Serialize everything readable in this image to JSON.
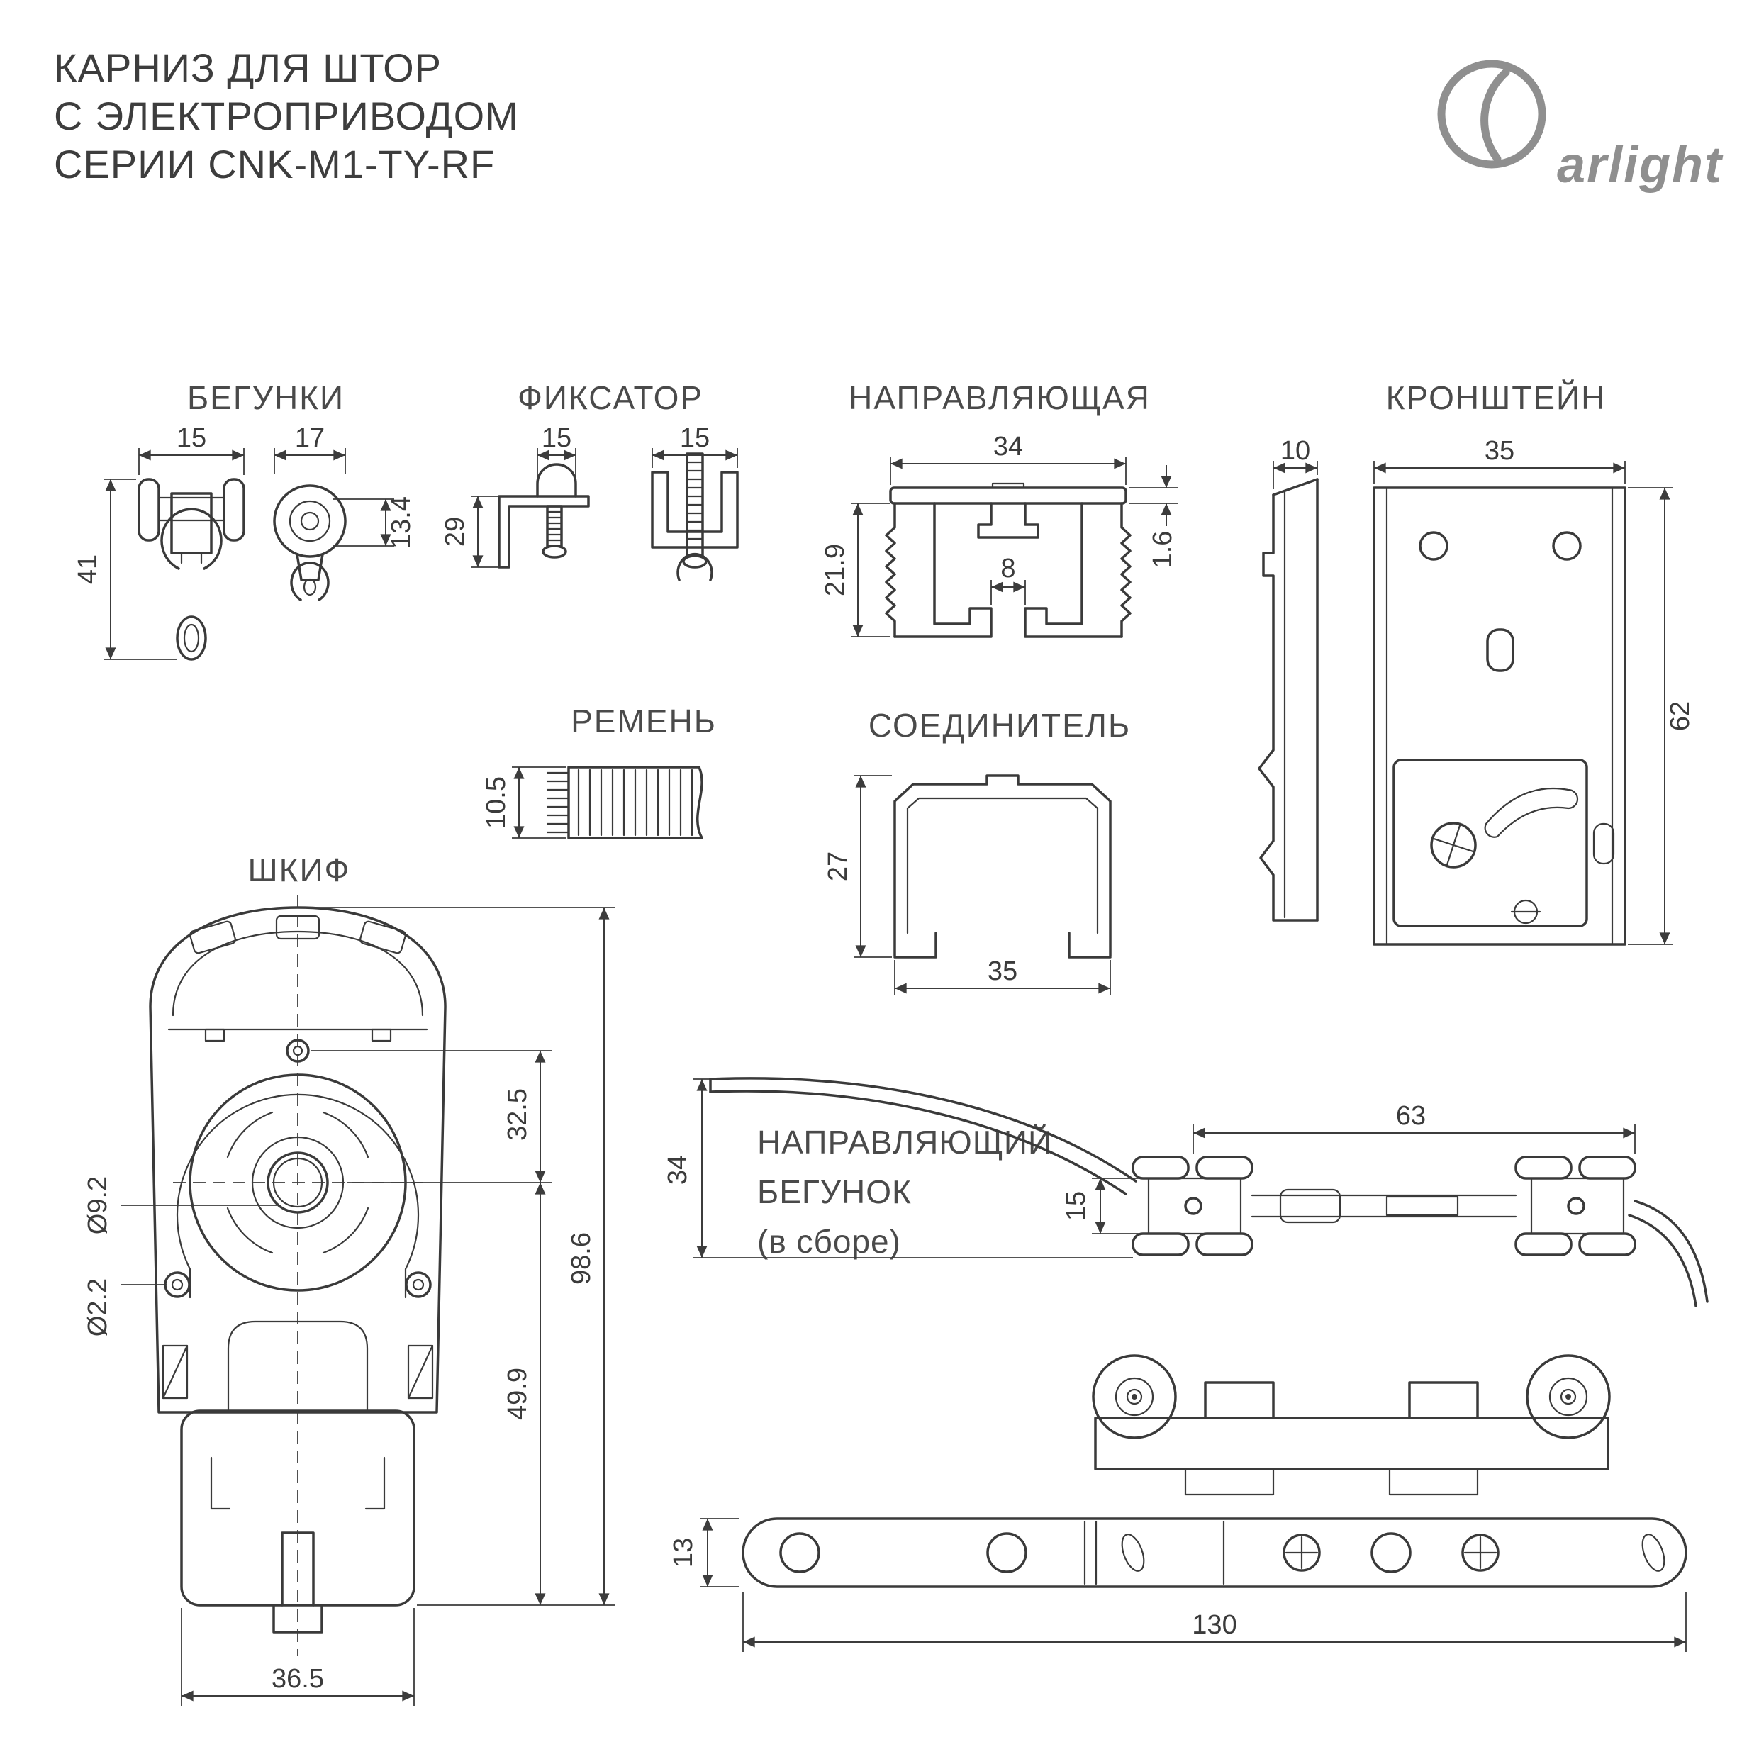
{
  "page": {
    "title_lines": [
      "КАРНИЗ ДЛЯ ШТОР",
      "С ЭЛЕКТРОПРИВОДОМ",
      "СЕРИИ CNK-M1-TY-RF"
    ],
    "brand": "arlight"
  },
  "sections": {
    "runners": {
      "label": "БЕГУНКИ",
      "dims": {
        "width_left": "15",
        "width_right": "17",
        "height": "41",
        "wheel": "13.4"
      }
    },
    "fixator": {
      "label": "ФИКСАТОР",
      "dims": {
        "width_left": "15",
        "width_right": "15",
        "height": "29"
      }
    },
    "rail": {
      "label": "НАПРАВЛЯЮЩАЯ",
      "dims": {
        "width": "34",
        "wall": "1.6",
        "height": "21.9",
        "slot": "8"
      }
    },
    "bracket": {
      "label": "КРОНШТЕЙН",
      "dims": {
        "depth": "10",
        "width": "35",
        "height": "62"
      }
    },
    "belt": {
      "label": "РЕМЕНЬ",
      "dims": {
        "height": "10.5"
      }
    },
    "connector": {
      "label": "СОЕДИНИТЕЛЬ",
      "dims": {
        "height": "27",
        "width": "35"
      }
    },
    "pulley": {
      "label": "ШКИФ",
      "dims": {
        "hole_large": "Ø9.2",
        "hole_small": "Ø2.2",
        "upper": "32.5",
        "lower": "49.9",
        "total": "98.6",
        "width": "36.5"
      }
    },
    "guide_runner": {
      "label_line1": "НАПРАВЛЯЮЩИЙ",
      "label_line2": "БЕГУНОК",
      "label_line3": "(в сборе)",
      "dims": {
        "length_top": "63",
        "height_top": "34",
        "body": "15",
        "bar_height": "13",
        "bar_length": "130"
      }
    }
  }
}
